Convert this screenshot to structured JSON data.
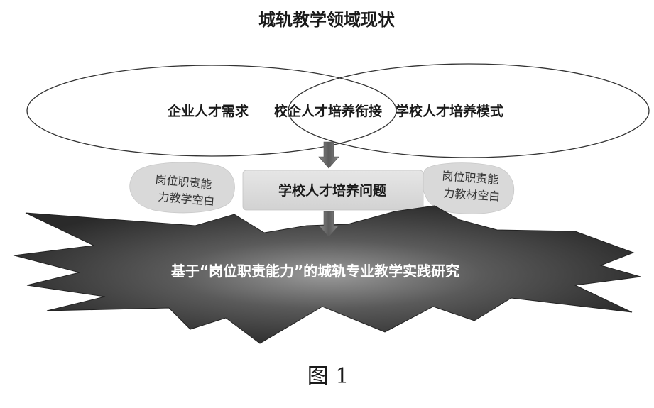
{
  "diagram": {
    "title": "城轨教学领域现状",
    "circles": {
      "left_label": "企业人才需求",
      "overlap_label": "校企人才培养衔接",
      "right_label": "学校人才培养模式"
    },
    "problem_box": "学校人才培养问题",
    "left_gap": {
      "line1": "岗位职责能",
      "line2": "力教学空白"
    },
    "right_gap": {
      "line1": "岗位职责能",
      "line2": "力教材空白"
    },
    "burst_label": "基于“岗位职责能力”的城轨专业教学实践研究",
    "figure_caption": "图 1"
  },
  "colors": {
    "outline": "#333333",
    "text": "#1a1a1a",
    "box_fill": "#dcdcdc",
    "blob_fill": "#d9d9d9",
    "arrow_fill": "#6e6e6e",
    "burst_dark": "#2e2e2e",
    "burst_light": "#8a8a8a",
    "burst_text": "#ffffff"
  }
}
